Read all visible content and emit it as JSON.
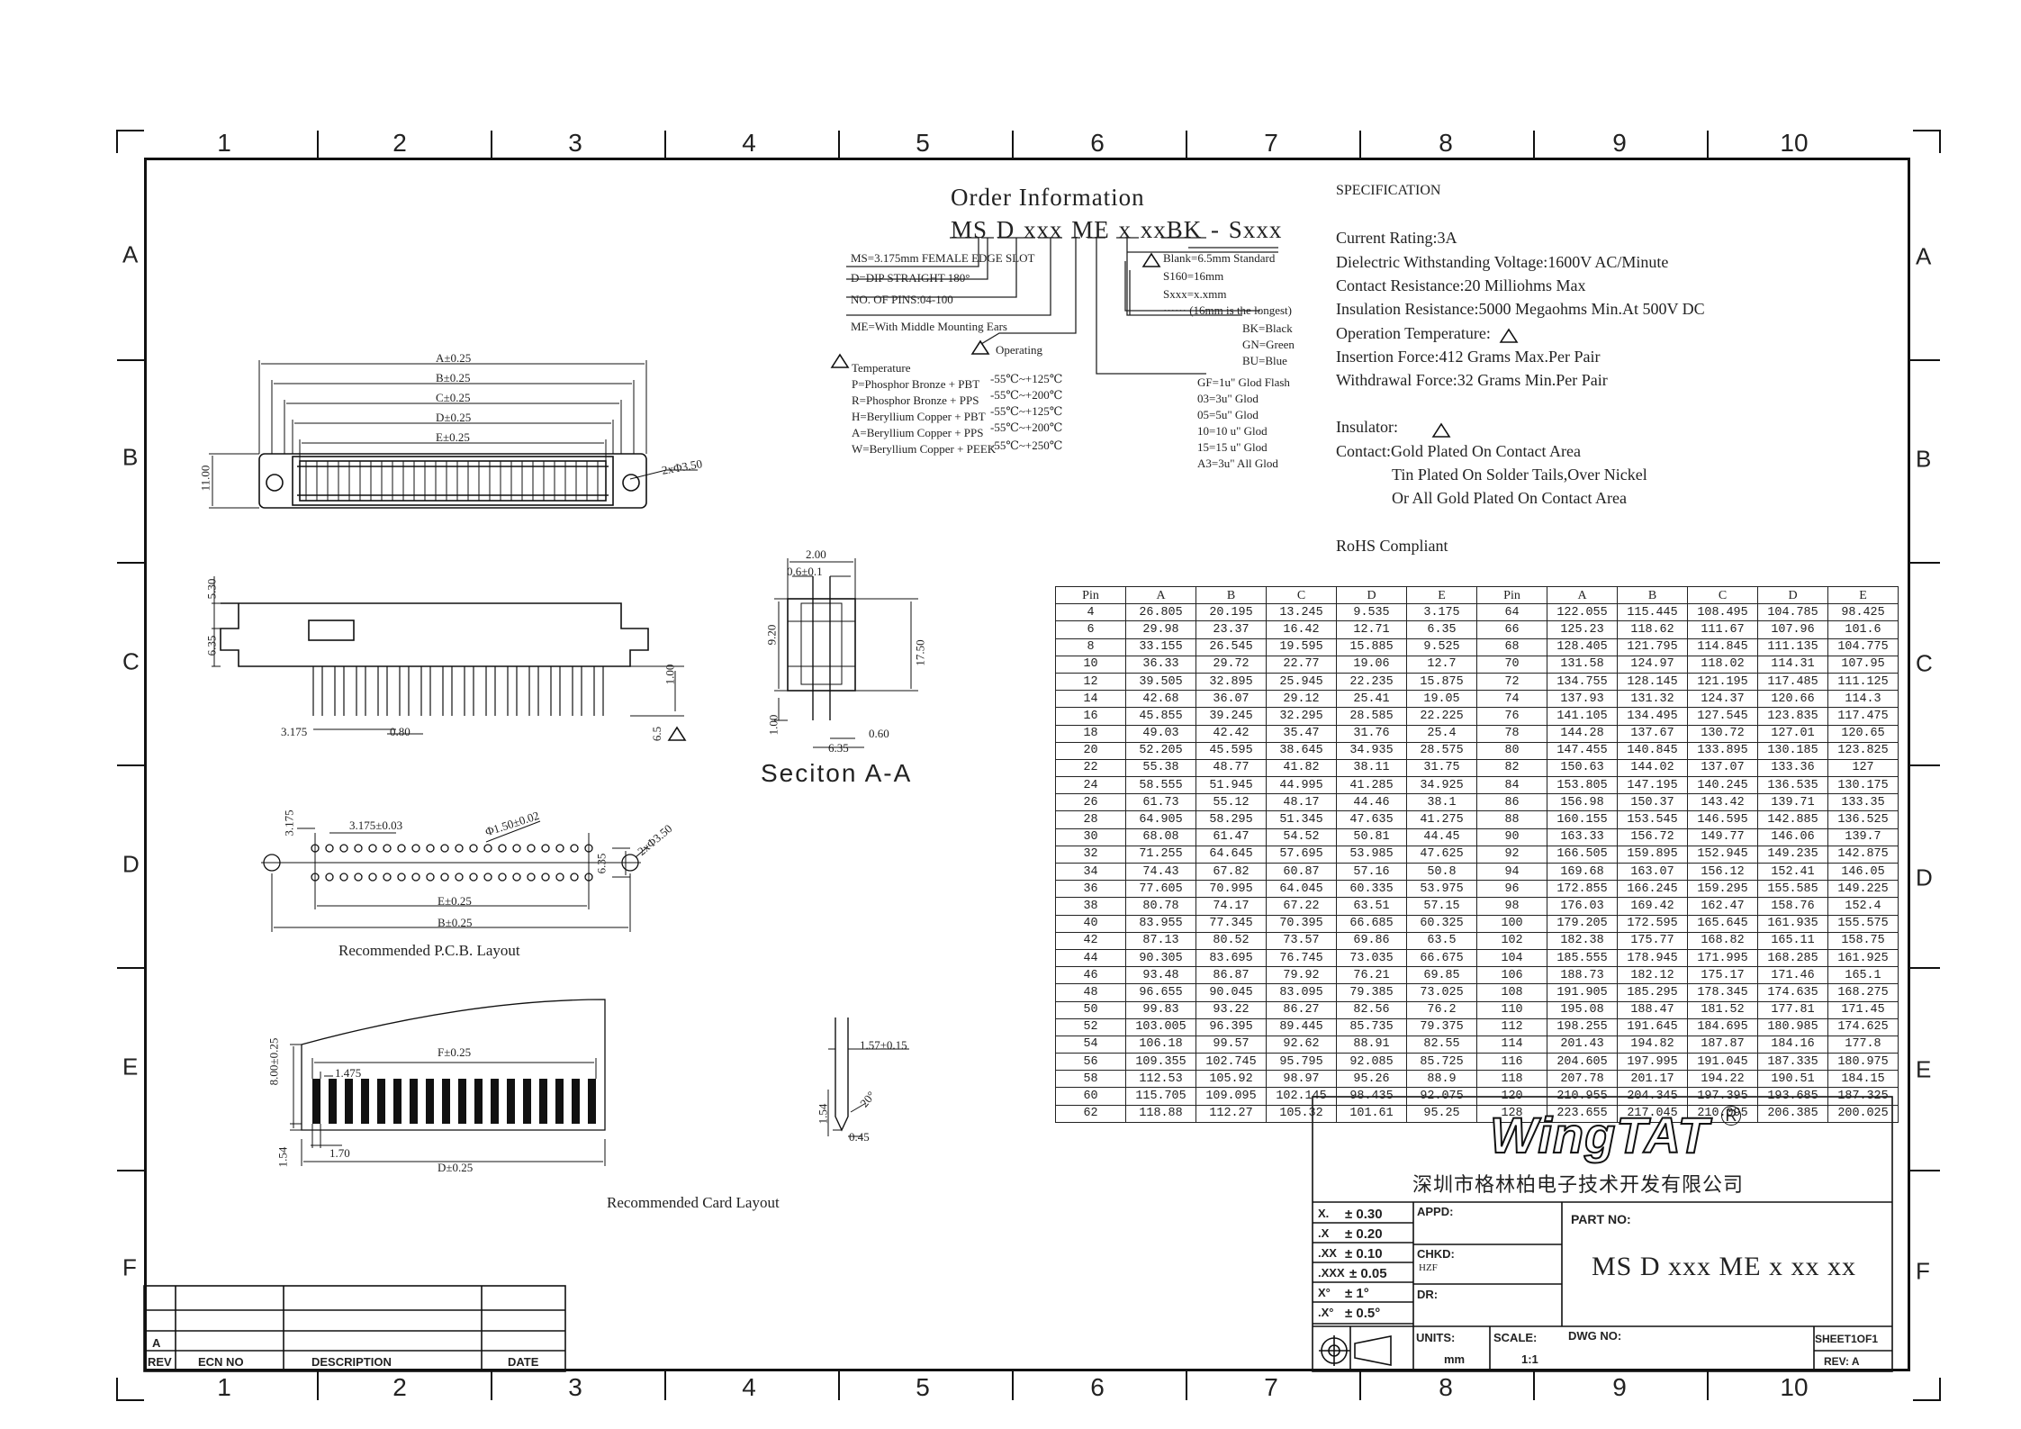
{
  "border": {
    "columns": [
      "1",
      "2",
      "3",
      "4",
      "5",
      "6",
      "7",
      "8",
      "9",
      "10"
    ],
    "rows": [
      "A",
      "B",
      "C",
      "D",
      "E",
      "F"
    ]
  },
  "order": {
    "title": "Order Information",
    "code": [
      "MS",
      "D",
      "xxx",
      "ME",
      "x",
      "xx",
      "BK",
      "-",
      "Sxxx"
    ],
    "notes": [
      "MS=3.175mm FEMALE EDGE SLOT",
      "D=DIP STRAIGHT 180°",
      "NO. OF PINS:04-100",
      "ME=With Middle Mounting Ears"
    ],
    "operating": "Operating",
    "temperature": {
      "label": "Temperature",
      "items": [
        {
          "mat": "P=Phosphor Bronze + PBT",
          "range": "-55℃~+125℃"
        },
        {
          "mat": "R=Phosphor Bronze + PPS",
          "range": "-55℃~+200℃"
        },
        {
          "mat": "H=Beryllium Copper + PBT",
          "range": "-55℃~+125℃"
        },
        {
          "mat": "A=Beryllium Copper + PPS",
          "range": "-55℃~+200℃"
        },
        {
          "mat": "W=Beryllium Copper + PEEK",
          "range": "-55℃~+250℃"
        }
      ]
    },
    "length": [
      "Blank=6.5mm Standard",
      "S160=16mm",
      "Sxxx=x.xmm",
      "······ (16mm is the longest)"
    ],
    "colors": [
      "BK=Black",
      "GN=Green",
      "BU=Blue"
    ],
    "plating": [
      "GF=1u\" Glod Flash",
      "03=3u\" Glod",
      "05=5u\" Glod",
      "10=10 u\" Glod",
      "15=15 u\" Glod",
      "A3=3u\" All Glod"
    ]
  },
  "spec": {
    "heading": "SPECIFICATION",
    "lines": [
      "Current Rating:3A",
      "Dielectric Withstanding Voltage:1600V AC/Minute",
      "Contact Resistance:20 Milliohms Max",
      "Insulation Resistance:5000 Megaohms Min.At 500V DC",
      "Operation Temperature:",
      "Insertion Force:412 Grams Max.Per Pair",
      "Withdrawal Force:32 Grams Min.Per Pair"
    ],
    "insulator": "Insulator:",
    "contact": [
      "Contact:Gold Plated On Contact Area",
      "Tin Plated On Solder Tails,Over Nickel",
      "Or All Gold Plated On Contact Area"
    ],
    "rohs": "RoHS Compliant"
  },
  "drawings": {
    "top": {
      "A": "A±0.25",
      "B": "B±0.25",
      "C": "C±0.25",
      "D": "D±0.25",
      "E": "E±0.25",
      "h": "11.00",
      "hole": "2xΦ3.50"
    },
    "side": {
      "h1": "5.30",
      "h2": "6.35",
      "pitch": "3.175",
      "pin": "0.80",
      "t": "1.00",
      "tail": "6.5"
    },
    "section": {
      "title": "Seciton A-A",
      "w": "2.00",
      "g": "0.6±0.1",
      "h1": "9.20",
      "h2": "17.50",
      "t": "1.00",
      "w2": "6.35",
      "w3": "0.60"
    },
    "pcb": {
      "title": "Recommended P.C.B. Layout",
      "p1": "3.175",
      "p2": "3.175±0.03",
      "hole": "Φ1.50±0.02",
      "hole2": "2xΦ3.50",
      "row": "6.35",
      "E": "E±0.25",
      "B": "B±0.25"
    },
    "card": {
      "title": "Recommended Card Layout",
      "h": "8.00±0.25",
      "w": "1.475",
      "F": "F±0.25",
      "D": "D±0.25",
      "b": "1.54",
      "p": "1.70"
    },
    "tab": {
      "t": "1.57±0.15",
      "b": "1.54",
      "a": "20°",
      "c": "0.45"
    }
  },
  "table": {
    "headers": [
      "Pin",
      "A",
      "B",
      "C",
      "D",
      "E",
      "Pin",
      "A",
      "B",
      "C",
      "D",
      "E"
    ],
    "rows": [
      [
        "4",
        "26.805",
        "20.195",
        "13.245",
        "9.535",
        "3.175",
        "64",
        "122.055",
        "115.445",
        "108.495",
        "104.785",
        "98.425"
      ],
      [
        "6",
        "29.98",
        "23.37",
        "16.42",
        "12.71",
        "6.35",
        "66",
        "125.23",
        "118.62",
        "111.67",
        "107.96",
        "101.6"
      ],
      [
        "8",
        "33.155",
        "26.545",
        "19.595",
        "15.885",
        "9.525",
        "68",
        "128.405",
        "121.795",
        "114.845",
        "111.135",
        "104.775"
      ],
      [
        "10",
        "36.33",
        "29.72",
        "22.77",
        "19.06",
        "12.7",
        "70",
        "131.58",
        "124.97",
        "118.02",
        "114.31",
        "107.95"
      ],
      [
        "12",
        "39.505",
        "32.895",
        "25.945",
        "22.235",
        "15.875",
        "72",
        "134.755",
        "128.145",
        "121.195",
        "117.485",
        "111.125"
      ],
      [
        "14",
        "42.68",
        "36.07",
        "29.12",
        "25.41",
        "19.05",
        "74",
        "137.93",
        "131.32",
        "124.37",
        "120.66",
        "114.3"
      ],
      [
        "16",
        "45.855",
        "39.245",
        "32.295",
        "28.585",
        "22.225",
        "76",
        "141.105",
        "134.495",
        "127.545",
        "123.835",
        "117.475"
      ],
      [
        "18",
        "49.03",
        "42.42",
        "35.47",
        "31.76",
        "25.4",
        "78",
        "144.28",
        "137.67",
        "130.72",
        "127.01",
        "120.65"
      ],
      [
        "20",
        "52.205",
        "45.595",
        "38.645",
        "34.935",
        "28.575",
        "80",
        "147.455",
        "140.845",
        "133.895",
        "130.185",
        "123.825"
      ],
      [
        "22",
        "55.38",
        "48.77",
        "41.82",
        "38.11",
        "31.75",
        "82",
        "150.63",
        "144.02",
        "137.07",
        "133.36",
        "127"
      ],
      [
        "24",
        "58.555",
        "51.945",
        "44.995",
        "41.285",
        "34.925",
        "84",
        "153.805",
        "147.195",
        "140.245",
        "136.535",
        "130.175"
      ],
      [
        "26",
        "61.73",
        "55.12",
        "48.17",
        "44.46",
        "38.1",
        "86",
        "156.98",
        "150.37",
        "143.42",
        "139.71",
        "133.35"
      ],
      [
        "28",
        "64.905",
        "58.295",
        "51.345",
        "47.635",
        "41.275",
        "88",
        "160.155",
        "153.545",
        "146.595",
        "142.885",
        "136.525"
      ],
      [
        "30",
        "68.08",
        "61.47",
        "54.52",
        "50.81",
        "44.45",
        "90",
        "163.33",
        "156.72",
        "149.77",
        "146.06",
        "139.7"
      ],
      [
        "32",
        "71.255",
        "64.645",
        "57.695",
        "53.985",
        "47.625",
        "92",
        "166.505",
        "159.895",
        "152.945",
        "149.235",
        "142.875"
      ],
      [
        "34",
        "74.43",
        "67.82",
        "60.87",
        "57.16",
        "50.8",
        "94",
        "169.68",
        "163.07",
        "156.12",
        "152.41",
        "146.05"
      ],
      [
        "36",
        "77.605",
        "70.995",
        "64.045",
        "60.335",
        "53.975",
        "96",
        "172.855",
        "166.245",
        "159.295",
        "155.585",
        "149.225"
      ],
      [
        "38",
        "80.78",
        "74.17",
        "67.22",
        "63.51",
        "57.15",
        "98",
        "176.03",
        "169.42",
        "162.47",
        "158.76",
        "152.4"
      ],
      [
        "40",
        "83.955",
        "77.345",
        "70.395",
        "66.685",
        "60.325",
        "100",
        "179.205",
        "172.595",
        "165.645",
        "161.935",
        "155.575"
      ],
      [
        "42",
        "87.13",
        "80.52",
        "73.57",
        "69.86",
        "63.5",
        "102",
        "182.38",
        "175.77",
        "168.82",
        "165.11",
        "158.75"
      ],
      [
        "44",
        "90.305",
        "83.695",
        "76.745",
        "73.035",
        "66.675",
        "104",
        "185.555",
        "178.945",
        "171.995",
        "168.285",
        "161.925"
      ],
      [
        "46",
        "93.48",
        "86.87",
        "79.92",
        "76.21",
        "69.85",
        "106",
        "188.73",
        "182.12",
        "175.17",
        "171.46",
        "165.1"
      ],
      [
        "48",
        "96.655",
        "90.045",
        "83.095",
        "79.385",
        "73.025",
        "108",
        "191.905",
        "185.295",
        "178.345",
        "174.635",
        "168.275"
      ],
      [
        "50",
        "99.83",
        "93.22",
        "86.27",
        "82.56",
        "76.2",
        "110",
        "195.08",
        "188.47",
        "181.52",
        "177.81",
        "171.45"
      ],
      [
        "52",
        "103.005",
        "96.395",
        "89.445",
        "85.735",
        "79.375",
        "112",
        "198.255",
        "191.645",
        "184.695",
        "180.985",
        "174.625"
      ],
      [
        "54",
        "106.18",
        "99.57",
        "92.62",
        "88.91",
        "82.55",
        "114",
        "201.43",
        "194.82",
        "187.87",
        "184.16",
        "177.8"
      ],
      [
        "56",
        "109.355",
        "102.745",
        "95.795",
        "92.085",
        "85.725",
        "116",
        "204.605",
        "197.995",
        "191.045",
        "187.335",
        "180.975"
      ],
      [
        "58",
        "112.53",
        "105.92",
        "98.97",
        "95.26",
        "88.9",
        "118",
        "207.78",
        "201.17",
        "194.22",
        "190.51",
        "184.15"
      ],
      [
        "60",
        "115.705",
        "109.095",
        "102.145",
        "98.435",
        "92.075",
        "120",
        "210.955",
        "204.345",
        "197.395",
        "193.685",
        "187.325"
      ],
      [
        "62",
        "118.88",
        "112.27",
        "105.32",
        "101.61",
        "95.25",
        "128",
        "223.655",
        "217.045",
        "210.095",
        "206.385",
        "200.025"
      ]
    ]
  },
  "titleblock": {
    "logo": "WingTAT",
    "company": "深圳市格林柏电子技术开发有限公司",
    "tolerances": [
      {
        "k": "X.",
        "v": "± 0.30"
      },
      {
        "k": ".X",
        "v": "± 0.20"
      },
      {
        "k": ".XX",
        "v": "± 0.10"
      },
      {
        "k": ".XXX",
        "v": "± 0.05"
      },
      {
        "k": "X°",
        "v": "± 1°"
      },
      {
        "k": ".X°",
        "v": "± 0.5°"
      }
    ],
    "appd": "APPD:",
    "chkd": "CHKD:",
    "chkd_by": "HZF",
    "dr": "DR:",
    "part_no_label": "PART NO:",
    "part_no": "MS D xxx ME x xx xx",
    "units_label": "UNITS:",
    "units": "mm",
    "scale_label": "SCALE:",
    "scale": "1:1",
    "dwg_no": "DWG NO:",
    "sheet": "SHEET1OF1",
    "rev": "REV: A"
  },
  "revision": {
    "rev_label": "REV",
    "ecn": "ECN NO",
    "desc": "DESCRIPTION",
    "date": "DATE",
    "rev_value": "A"
  }
}
